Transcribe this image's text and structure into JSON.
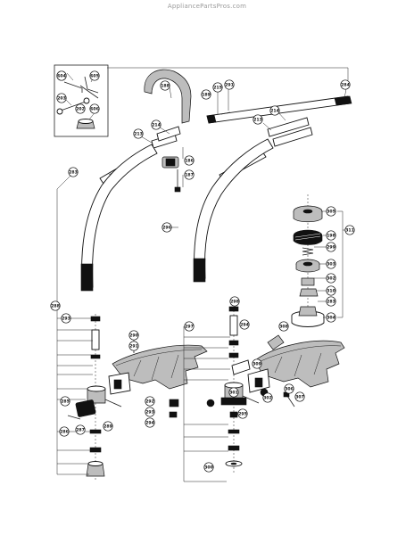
{
  "watermark": "AppliancePartsPros.com",
  "callouts": [
    {
      "id": "c201",
      "label": "201"
    },
    {
      "id": "c202",
      "label": "202"
    },
    {
      "id": "c203",
      "label": "203"
    },
    {
      "id": "c604",
      "label": "604"
    },
    {
      "id": "c605",
      "label": "605"
    },
    {
      "id": "c606",
      "label": "606"
    },
    {
      "id": "c188",
      "label": "188"
    },
    {
      "id": "c189",
      "label": "189"
    },
    {
      "id": "c215",
      "label": "215"
    },
    {
      "id": "c291",
      "label": "291"
    },
    {
      "id": "c284",
      "label": "284"
    },
    {
      "id": "c214a",
      "label": "214"
    },
    {
      "id": "c213a",
      "label": "213"
    },
    {
      "id": "c213b",
      "label": "213"
    },
    {
      "id": "c214b",
      "label": "214"
    },
    {
      "id": "c186",
      "label": "186"
    },
    {
      "id": "c187",
      "label": "187"
    },
    {
      "id": "c283",
      "label": "283"
    },
    {
      "id": "c296",
      "label": "296"
    },
    {
      "id": "c305",
      "label": "305"
    },
    {
      "id": "c311",
      "label": "311"
    },
    {
      "id": "c198",
      "label": "198"
    },
    {
      "id": "c299",
      "label": "299"
    },
    {
      "id": "c303a",
      "label": "303"
    },
    {
      "id": "c302a",
      "label": "302"
    },
    {
      "id": "c310",
      "label": "310"
    },
    {
      "id": "c283b",
      "label": "283"
    },
    {
      "id": "c304",
      "label": "304"
    },
    {
      "id": "c298",
      "label": "298"
    },
    {
      "id": "c288",
      "label": "288"
    },
    {
      "id": "c293",
      "label": "293"
    },
    {
      "id": "c297",
      "label": "297"
    },
    {
      "id": "c294",
      "label": "294"
    },
    {
      "id": "c290",
      "label": "290"
    },
    {
      "id": "c291b",
      "label": "291"
    },
    {
      "id": "c308",
      "label": "308"
    },
    {
      "id": "c306",
      "label": "306"
    },
    {
      "id": "c307",
      "label": "307"
    },
    {
      "id": "c300",
      "label": "300"
    },
    {
      "id": "c301",
      "label": "301"
    },
    {
      "id": "c295",
      "label": "295"
    },
    {
      "id": "c292",
      "label": "292"
    },
    {
      "id": "c293b",
      "label": "293"
    },
    {
      "id": "c294b",
      "label": "294"
    },
    {
      "id": "c285",
      "label": "285"
    },
    {
      "id": "c286",
      "label": "286"
    },
    {
      "id": "c287",
      "label": "287"
    },
    {
      "id": "c289",
      "label": "289"
    },
    {
      "id": "c309",
      "label": "309"
    },
    {
      "id": "c302b",
      "label": "302"
    }
  ]
}
